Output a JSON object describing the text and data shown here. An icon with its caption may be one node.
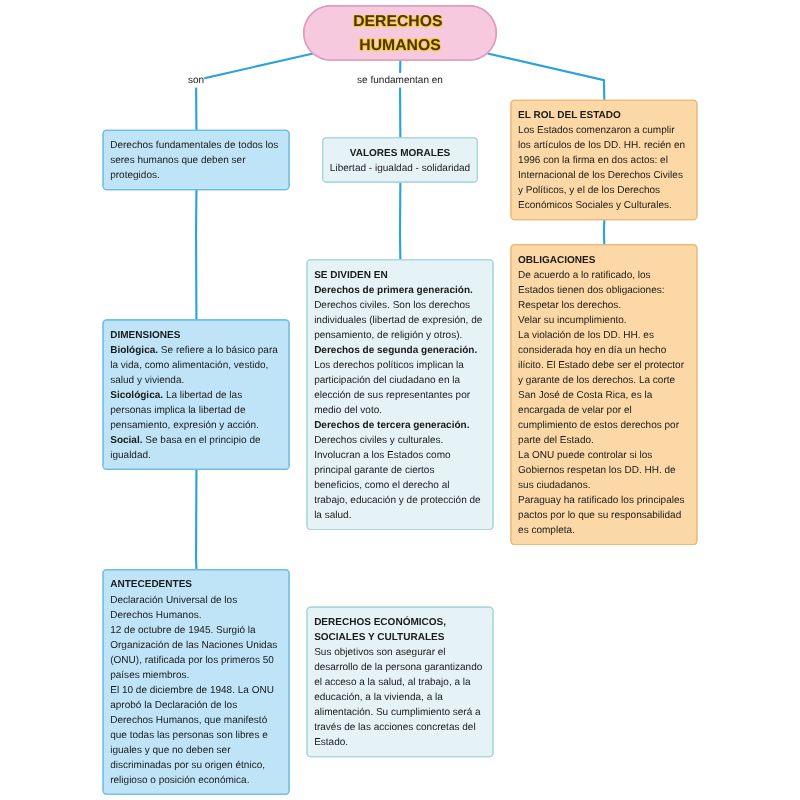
{
  "diagram": {
    "nodes": [
      {
        "text": [
          "DERECHOS HUMANOS"
        ]
      },
      {
        "text": [
          "Derechos fundamentales de todos los seres humanos que deben ser protegidos."
        ]
      },
      {
        "text": [
          "DIMENSIONES",
          "**Biológica.** Se refiere a lo básico para la vida, como alimentación, vestido, salud y vivienda.",
          "**Sicológica.** La libertad de las personas implica la libertad de pensamiento, expresión y acción.",
          "**Social.** Se basa en el principio de igualdad."
        ]
      },
      {
        "text": [
          "ANTECEDENTES",
          "Declaración Universal de los Derechos Humanos.",
          "12 de octubre de 1945. Surgió la Organización de las Naciones Unidas (ONU), ratificada por los primeros 50 países miembros.",
          "El 10 de diciembre de 1948. La ONU aprobó la Declaración de los Derechos Humanos, que manifestó que todas las personas son libres e iguales y que no deben ser discriminadas por su origen étnico, religioso o posición económica."
        ]
      },
      {
        "text": [
          "VALORES MORALES",
          "Libertad - igualdad - solidaridad"
        ]
      },
      {
        "text": [
          "SE DIVIDEN EN",
          "**Derechos de primera generación.** Derechos civiles. Son los derechos individuales (libertad de expresión, de pensamiento, de religión y otros).",
          "**Derechos de segunda generación.** Los derechos políticos implican la participación del ciudadano en la elección de sus representantes por medio del voto.",
          "**Derechos de tercera generación.** Derechos civiles y culturales. Involucran a los Estados como principal garante de ciertos beneficios, como el derecho al trabajo, educación y de protección de la salud."
        ]
      },
      {
        "text": [
          "EL ROL DEL ESTADO",
          "Los Estados comenzaron a cumplir los artículos de los DD. HH. recién en 1996 con la firma en dos actos: el Internacional de los Derechos Civiles y Políticos, y el de los Derechos Económicos Sociales y Culturales."
        ]
      },
      {
        "text": [
          "OBLIGACIONES",
          "De acuerdo a lo ratificado, los Estados tienen dos obligaciones:",
          "Respetar los derechos.",
          "Velar su incumplimiento.",
          "La violación de los DD. HH. es considerada hoy en día un hecho ilícito. El Estado debe ser el protector y garante de los derechos. La corte San José de Costa Rica, es la encargada de velar por el cumplimiento de estos derechos por parte del Estado.",
          "La ONU puede controlar si los Gobiernos respetan los DD. HH. de sus ciudadanos.",
          "Paraguay ha ratificado los principales pactos por lo que su responsabilidad es completa."
        ]
      },
      {
        "text": [
          "DERECHOS ECONÓMICOS, SOCIALES Y CULTURALES",
          "Sus objetivos son asegurar el desarrollo de la persona garantizando el acceso a la salud, al trabajo, a la educación, a la vivienda, a la alimentación. Su cumplimiento será a través de las acciones concretas del Estado."
        ]
      }
    ],
    "edges": [
      {
        "from": 0,
        "to": 1,
        "arrow": "none",
        "label": "son"
      },
      {
        "from": 0,
        "to": 4,
        "arrow": "none",
        "label": "se fundamentan en"
      },
      {
        "from": 0,
        "to": 6,
        "arrow": "none"
      },
      {
        "from": 1,
        "to": 2,
        "arrow": "none"
      },
      {
        "from": 2,
        "to": 3,
        "arrow": "none"
      },
      {
        "from": 4,
        "to": 5,
        "arrow": "none"
      },
      {
        "from": 6,
        "to": 7,
        "arrow": "none"
      }
    ]
  }
}
